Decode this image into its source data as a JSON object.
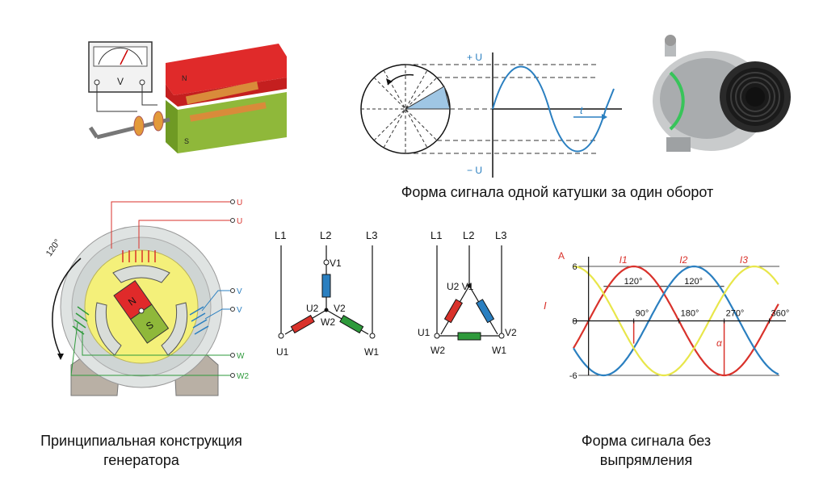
{
  "captions": {
    "single_coil": "Форма сигнала одной катушки за один оборот",
    "construction_line1": "Принципиальная конструкция",
    "construction_line2": "генератора",
    "unrectified_line1": "Форма сигнала без",
    "unrectified_line2": "выпрямления"
  },
  "demo": {
    "meter_symbol": "V",
    "pole_n": "N",
    "pole_s": "S"
  },
  "sine": {
    "plus_u": "+ U",
    "minus_u": "− U",
    "t": "t"
  },
  "generator": {
    "angle": "120°",
    "pole_n": "N",
    "pole_s": "S",
    "terminals": [
      "U",
      "U",
      "V",
      "V",
      "W",
      "W2"
    ]
  },
  "star": {
    "lines": [
      "L1",
      "L2",
      "L3"
    ],
    "labels": {
      "v1": "V1",
      "u2": "U2",
      "v2": "V2",
      "w2": "W2",
      "u1": "U1",
      "w1": "W1"
    }
  },
  "delta": {
    "lines": [
      "L1",
      "L2",
      "L3"
    ],
    "labels": {
      "u2v1": "U2 V1",
      "u1": "U1",
      "v2": "V2",
      "w2": "W2",
      "w1": "W1"
    }
  },
  "colors": {
    "red": "#d9322b",
    "blue": "#2a7fc0",
    "green": "#2e9a3b",
    "yellow": "#e8e64a",
    "magnet_red": "#e02a2a",
    "magnet_green": "#8fb83a"
  },
  "chart_data": {
    "type": "line",
    "title": "",
    "ylabel": "I",
    "yunit": "A",
    "xlabel": "α",
    "y_ticks": [
      "6",
      "0",
      "-6"
    ],
    "x_ticks": [
      "90°",
      "180°",
      "270°",
      "360°"
    ],
    "ylim": [
      -6,
      6
    ],
    "xlim": [
      -30,
      380
    ],
    "phase_labels": [
      "120°",
      "120°"
    ],
    "series": [
      {
        "name": "I1",
        "color": "#d9322b",
        "amplitude": 6,
        "phase_deg": 0
      },
      {
        "name": "I2",
        "color": "#2a7fc0",
        "amplitude": 6,
        "phase_deg": -120
      },
      {
        "name": "I3",
        "color": "#e8e64a",
        "amplitude": 6,
        "phase_deg": -240
      }
    ]
  }
}
